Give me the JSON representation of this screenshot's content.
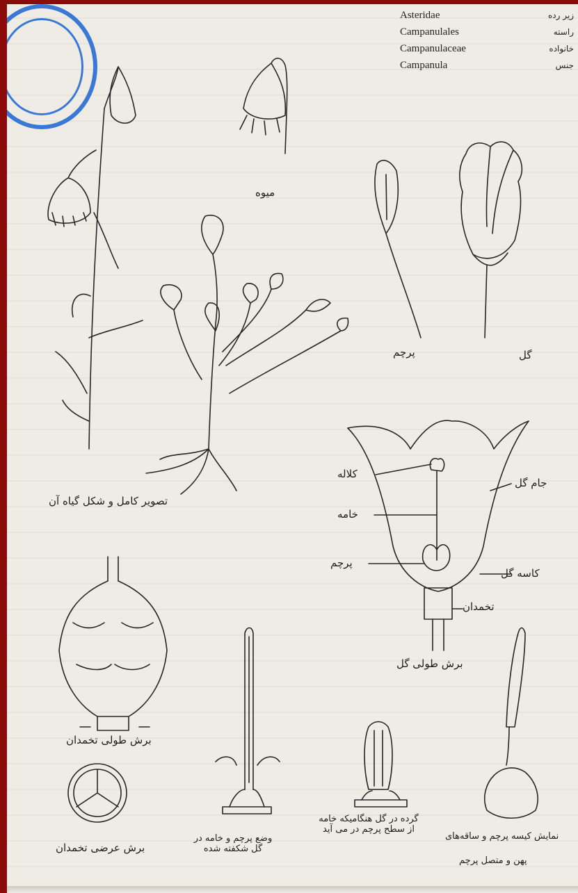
{
  "taxonomy": [
    {
      "latin": "Asteridae",
      "fa": "زیر رده"
    },
    {
      "latin": "Campanulales",
      "fa": "راسته"
    },
    {
      "latin": "Campanulaceae",
      "fa": "خانواده"
    },
    {
      "latin": "Campanula",
      "fa": "جنس"
    }
  ],
  "labels": {
    "fruit": "میوه",
    "stamen": "پرچم",
    "flower": "گل",
    "whole_plant": "تصویر کامل و شکل گیاه آن",
    "stigma": "کلاله",
    "style": "خامه",
    "petal": "جام گل",
    "stamen_part": "پرچم",
    "sepal": "کاسه گل",
    "ovary": "تخمدان",
    "flower_section": "برش طولی گل",
    "ovary_long_section": "برش طولی تخمدان",
    "ovary_cross_section": "برش عرضی تخمدان",
    "stamen_style_position": "وضع پرچم و خامه در گل شکفته شده",
    "pollen_on_style": "گرده در گل هنگامیکه خامه از سطح پرچم در می آید",
    "ovary_fig_a": "نمایش کیسه پرچم و ساقه‌های",
    "ovary_fig_b": "پهن و متصل پرچم"
  }
}
